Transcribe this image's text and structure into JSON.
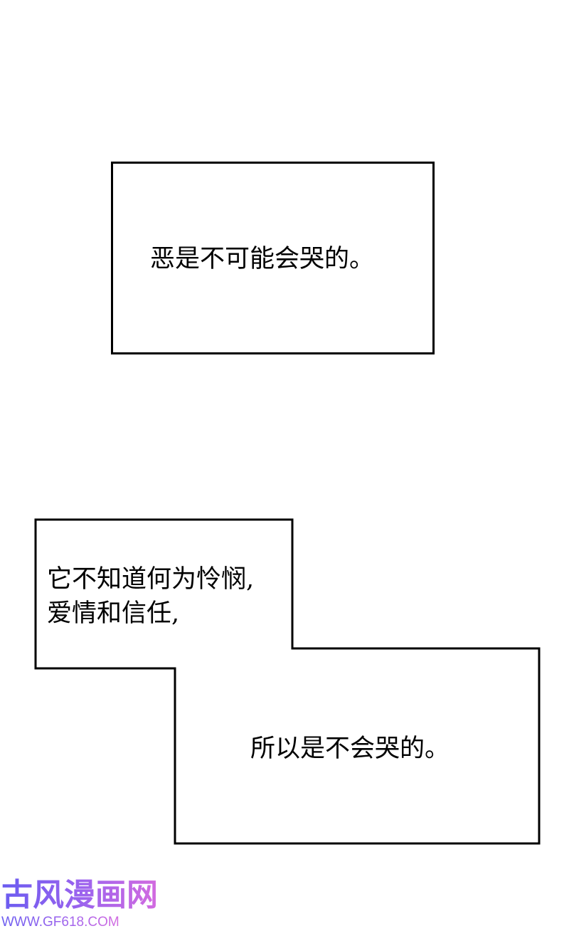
{
  "caption_1": {
    "text": "恶是不可能会哭的。"
  },
  "caption_2": {
    "line_1": "它不知道何为怜悯,",
    "line_2": "爱情和信任,",
    "line_3": "所以是不会哭的。"
  },
  "watermark": {
    "title": "古风漫画网",
    "url": "WWW.GF618.COM",
    "colors": [
      "#6a5cf0",
      "#d36be0"
    ]
  }
}
